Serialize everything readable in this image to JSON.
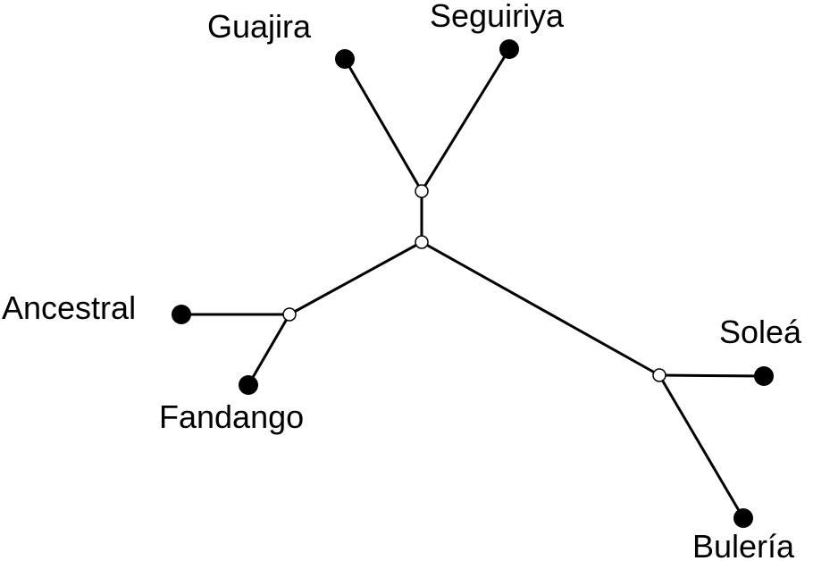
{
  "diagram": {
    "type": "unrooted-phylogenetic-tree",
    "leaves": [
      {
        "id": "guajira",
        "label": "Guajira"
      },
      {
        "id": "seguiriya",
        "label": "Seguiriya"
      },
      {
        "id": "ancestral",
        "label": "Ancestral"
      },
      {
        "id": "fandango",
        "label": "Fandango"
      },
      {
        "id": "solea",
        "label": "Soleá"
      },
      {
        "id": "buleria",
        "label": "Bulería"
      }
    ],
    "internal_nodes": [
      "n_top",
      "n_center",
      "n_left",
      "n_right"
    ],
    "edges": [
      [
        "guajira",
        "n_top"
      ],
      [
        "seguiriya",
        "n_top"
      ],
      [
        "n_top",
        "n_center"
      ],
      [
        "n_center",
        "n_left"
      ],
      [
        "n_center",
        "n_right"
      ],
      [
        "ancestral",
        "n_left"
      ],
      [
        "fandango",
        "n_left"
      ],
      [
        "solea",
        "n_right"
      ],
      [
        "buleria",
        "n_right"
      ]
    ],
    "colors": {
      "line": "#000000",
      "leaf_node": "#000000",
      "internal_node_fill": "#ffffff"
    }
  }
}
